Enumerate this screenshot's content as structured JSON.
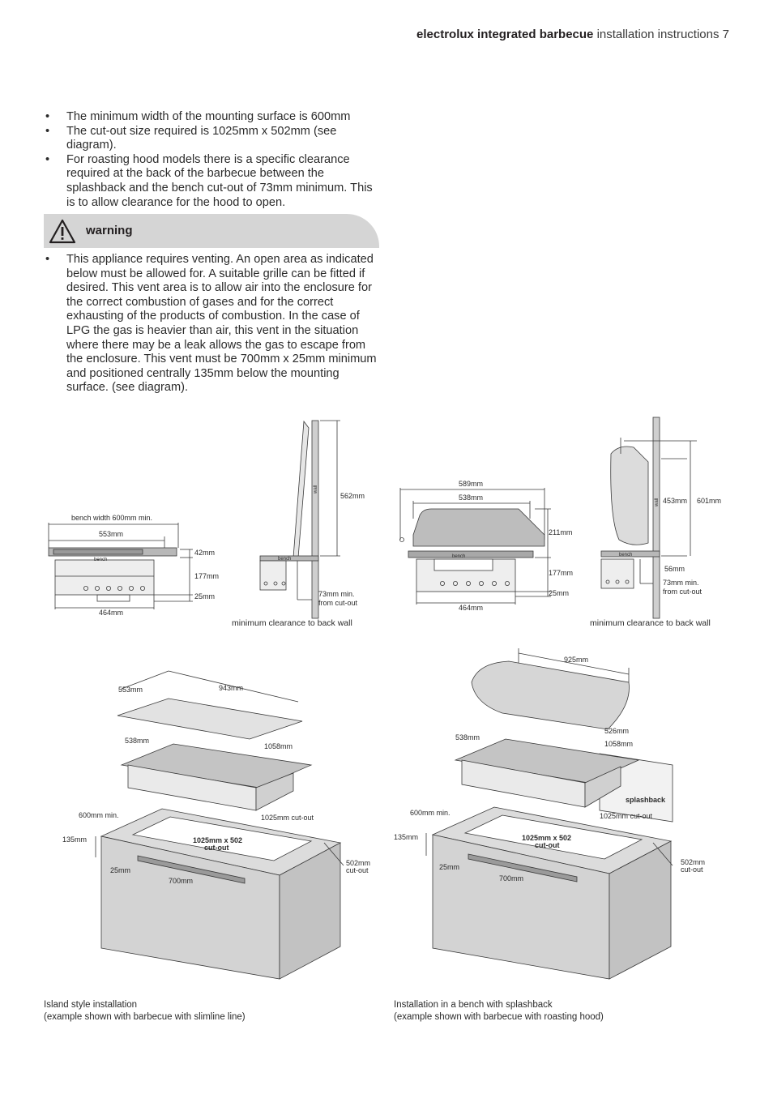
{
  "header": {
    "brand": "electrolux integrated barbecue",
    "section": "installation instructions 7"
  },
  "bullets_top": [
    "The minimum width of the mounting surface is 600mm",
    "The cut-out size required is 1025mm x 502mm (see diagram).",
    "For roasting hood models there is a specific clearance required at the back of the barbecue between the splashback and the bench cut-out of 73mm minimum. This is to allow clearance for the hood to open."
  ],
  "warning": {
    "label": "warning",
    "icon": "warning-triangle-icon"
  },
  "bullets_bottom": [
    "This appliance requires venting. An open area as indicated below must be allowed for. A suitable grille can be fitted if desired. This vent area is to allow air into the enclosure for the correct combustion of gases and for the correct exhausting of the products of combustion. In the case of LPG the gas is heavier than air, this vent in the situation where there may be a leak allows the gas to escape from the enclosure. This vent must be 700mm x 25mm minimum and positioned centrally 135mm below the mounting surface. (see diagram)."
  ],
  "diagram1": {
    "bench_width": "bench width 600mm min.",
    "w553": "553mm",
    "h42": "42mm",
    "h177": "177mm",
    "h25": "25mm",
    "w464": "464mm",
    "bench": "bench"
  },
  "diagram2": {
    "wall": "wall",
    "h562": "562mm",
    "bench": "bench",
    "clear73a": "73mm min.",
    "clear73b": "from cut-out",
    "caption": "minimum clearance to back wall"
  },
  "diagram3": {
    "w589": "589mm",
    "w538": "538mm",
    "h211": "211mm",
    "bench": "bench",
    "h177": "177mm",
    "h25": "25mm",
    "w464": "464mm"
  },
  "diagram4": {
    "wall": "wall",
    "h453": "453mm",
    "h601": "601mm",
    "bench": "bench",
    "h56": "56mm",
    "clear73a": "73mm min.",
    "clear73b": "from cut-out",
    "caption": "minimum clearance to back wall"
  },
  "island": {
    "lid_depth": "553mm",
    "lid_width": "943mm",
    "bbq_depth": "538mm",
    "bbq_width": "1058mm",
    "min_width": "600mm min.",
    "cutout_w": "1025mm cut-out",
    "cutout_label1": "1025mm x 502",
    "cutout_label2": "cut-out",
    "h135": "135mm",
    "h25": "25mm",
    "w700": "700mm",
    "d502a": "502mm",
    "d502b": "cut-out",
    "caption1": "Island style installation",
    "caption2": "(example shown with barbecue with slimline line)"
  },
  "benchsplash": {
    "hood_width": "925mm",
    "hood_depth": "526mm",
    "bbq_depth": "538mm",
    "bbq_width": "1058mm",
    "splashback": "splashback",
    "min_width": "600mm min.",
    "cutout_w": "1025mm cut-out",
    "cutout_label1": "1025mm x 502",
    "cutout_label2": "cut-out",
    "h135": "135mm",
    "h25": "25mm",
    "w700": "700mm",
    "d502a": "502mm",
    "d502b": "cut-out",
    "caption1": "Installation in a bench with splashback",
    "caption2": "(example shown with barbecue with roasting hood)"
  }
}
